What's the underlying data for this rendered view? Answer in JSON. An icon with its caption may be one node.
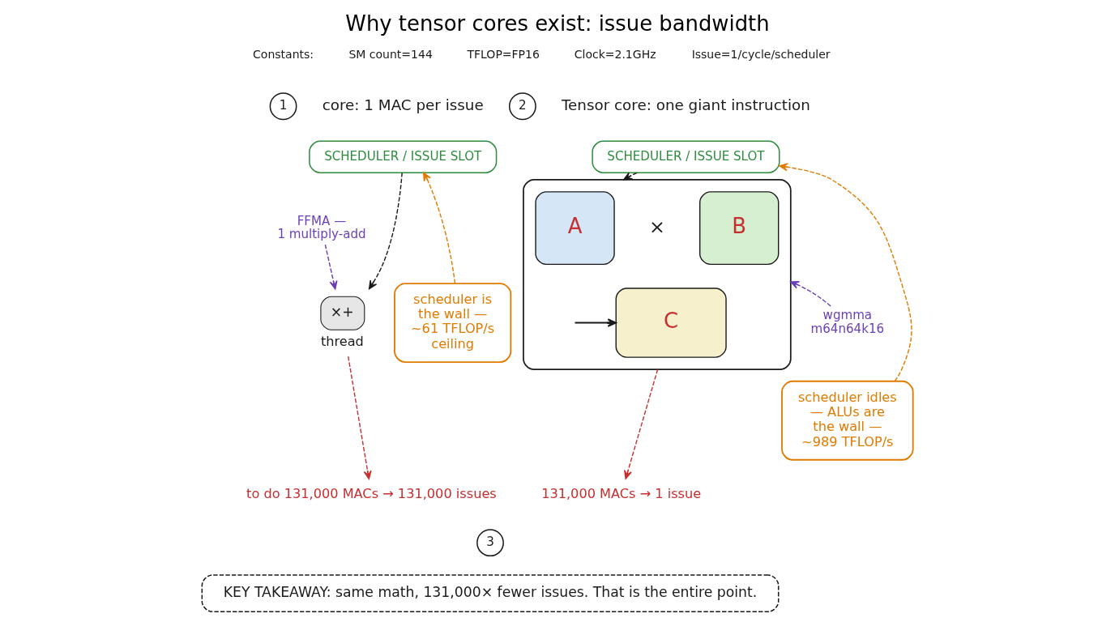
{
  "diagram": {
    "title": "Why tensor cores exist: issue bandwidth",
    "nodes": [
      {
        "text": [
          "1"
        ],
        "beside": [
          "core: 1 MAC per issue"
        ]
      },
      {
        "text": [
          "SCHEDULER / ISSUE SLOT"
        ]
      },
      {
        "text": [
          "FFMA — 1 multiply-add"
        ]
      },
      {
        "text": [
          "×+"
        ],
        "beside": [
          "thread"
        ]
      },
      {
        "text": [
          "scheduler is the wall — ~61 TFLOP/s ceiling"
        ]
      },
      {
        "text": [
          "to do 131,000 MACs → 131,000 issues"
        ]
      },
      {
        "text": [
          "2"
        ],
        "beside": [
          "Tensor core: one giant instruction"
        ]
      },
      {
        "text": [
          "SCHEDULER / ISSUE SLOT"
        ]
      },
      {
        "text": [],
        "shape": "box"
      },
      {
        "text": [
          "A"
        ],
        "in": 8
      },
      {
        "text": [
          "B"
        ],
        "in": 8
      },
      {
        "text": [
          "C"
        ],
        "in": 8
      },
      {
        "text": [
          "wgmma m64n64k16"
        ]
      },
      {
        "text": [
          "scheduler idles — ALUs are the wall — ~989 TFLOP/s"
        ]
      },
      {
        "text": [
          "131,000 MACs → 1 issue"
        ]
      },
      {
        "text": [
          "3"
        ]
      },
      {
        "text": [
          "KEY TAKEAWAY: same math, 131,000× fewer issues. That is the entire point."
        ]
      }
    ],
    "edges": [
      {
        "from": 1,
        "to": 3,
        "arrow": "to",
        "style": "dashed"
      },
      {
        "from": 2,
        "to": 3,
        "arrow": "to",
        "style": "dashed",
        "color": "#6a3fb5"
      },
      {
        "from": 3,
        "to": 5,
        "arrow": "to",
        "style": "dashed",
        "color": "#c62f2f"
      },
      {
        "from": 4,
        "to": 1,
        "arrow": "to",
        "style": "dashed",
        "color": "#e07b00"
      },
      {
        "from": 7,
        "to": 8,
        "arrow": "to",
        "style": "dashed"
      },
      {
        "from": null,
        "to": 11,
        "arrow": "to"
      },
      {
        "from": 12,
        "to": 8,
        "arrow": "to",
        "style": "dashed",
        "color": "#6a3fb5"
      },
      {
        "from": 8,
        "to": 14,
        "arrow": "to",
        "style": "dashed",
        "color": "#c62f2f"
      },
      {
        "from": 13,
        "to": 7,
        "arrow": "to",
        "style": "dashed",
        "color": "#e07b00"
      }
    ],
    "labels": [
      "Constants:",
      "SM count=144",
      "TFLOP=FP16",
      "Clock=2.1GHz",
      "Issue=1/cycle/scheduler",
      "×"
    ]
  }
}
